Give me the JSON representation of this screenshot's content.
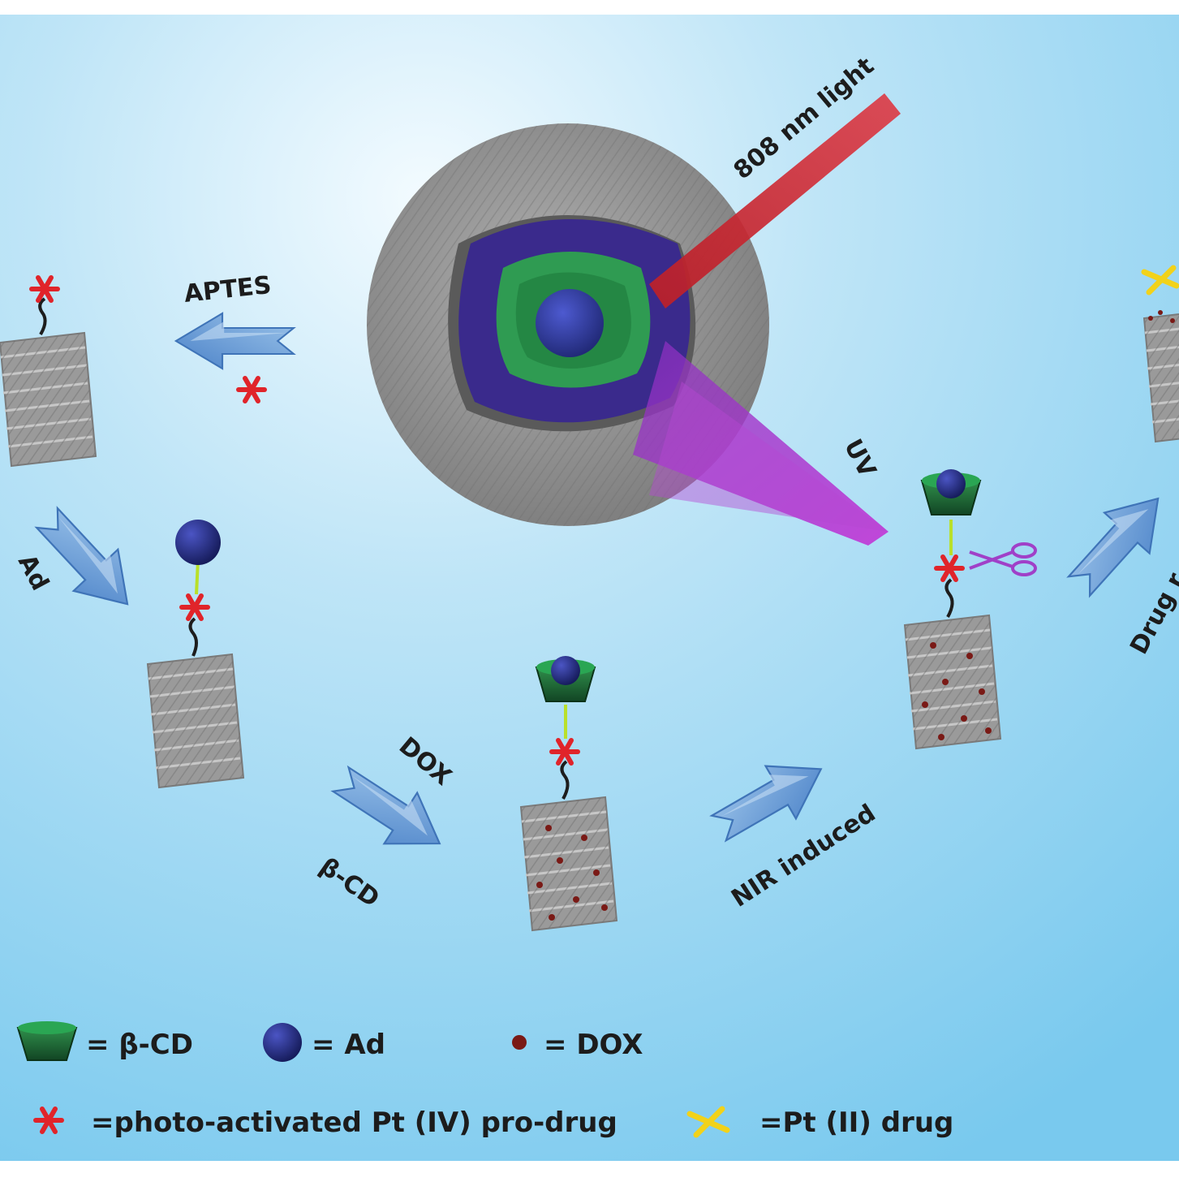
{
  "labels": {
    "light_808": "808 nm light",
    "uv": "UV",
    "aptes": "APTES",
    "ad": "Ad",
    "dox": "DOX",
    "beta_cd": "β-CD",
    "nir_induced": "NIR induced",
    "drug_release": "Drug r"
  },
  "legend": {
    "beta_cd": "= β-CD",
    "ad": "= Ad",
    "dox": "= DOX",
    "pt_iv": "=photo-activated Pt (IV) pro-drug",
    "pt_ii": "=Pt (II) drug"
  },
  "colors": {
    "background_top": "#e4f4fd",
    "background_bottom": "#7fccef",
    "arrow": "#5f94cf",
    "shell": "#8f8f8f",
    "layer_purple": "#3a2a8c",
    "layer_green": "#2f9b52",
    "core": "#2e3a9e",
    "red_beam": "#d8202a",
    "uv_beam": "#b03bd0",
    "star": "#e0242a",
    "pt_ii": "#f2d21a",
    "dox_dot": "#7a1a16",
    "ad_ball": "#27307e",
    "cd_cup": "#1f6a34"
  }
}
